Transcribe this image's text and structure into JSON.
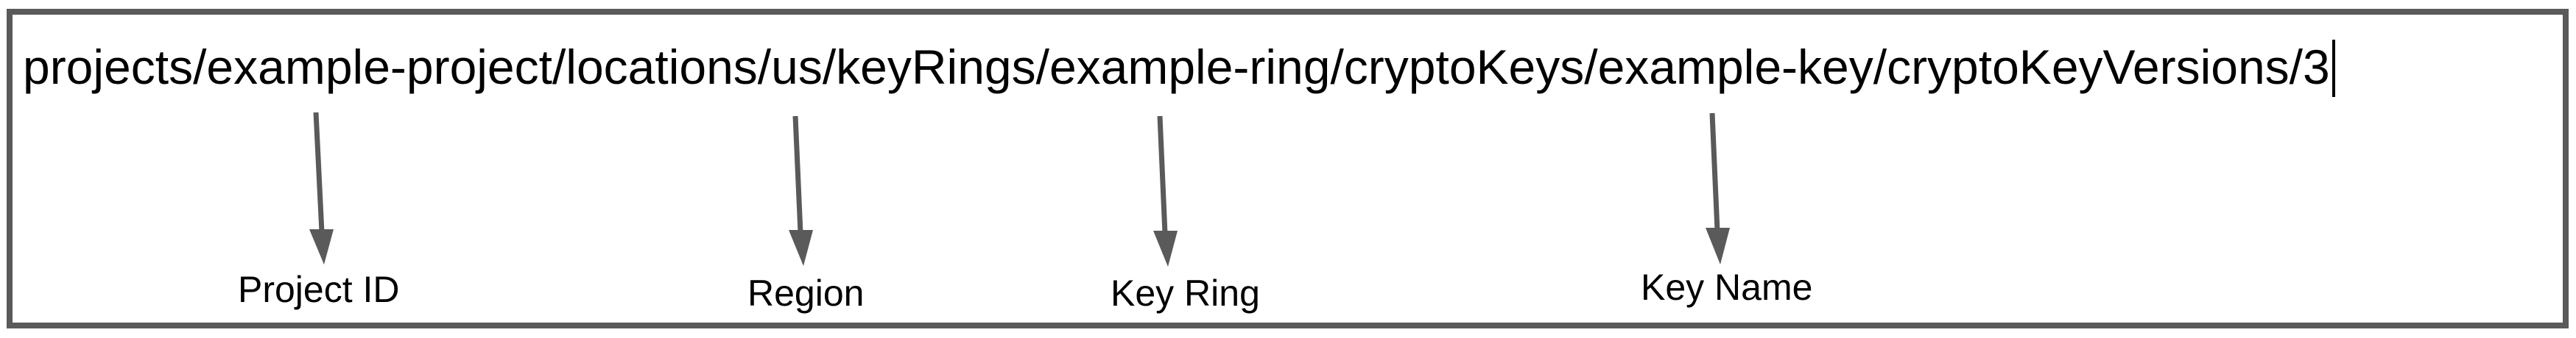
{
  "diagram": {
    "resource_path": "projects/example-project/locations/us/keyRings/example-ring/cryptoKeys/example-key/cryptoKeyVersions/3",
    "labels": [
      {
        "text": "Project ID",
        "points_to": "example-project"
      },
      {
        "text": "Region",
        "points_to": "us"
      },
      {
        "text": "Key Ring",
        "points_to": "example-ring"
      },
      {
        "text": "Key Name",
        "points_to": "example-key"
      }
    ],
    "colors": {
      "arrow": "#5a5a5b",
      "border": "#5a5a5b",
      "text": "#000000"
    }
  }
}
